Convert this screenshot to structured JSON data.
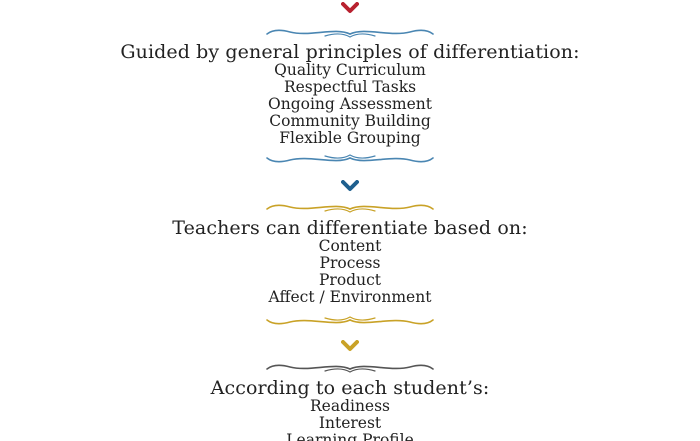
{
  "colors": {
    "red": "#b8212f",
    "blue": "#1e5f8e",
    "blue_flourish": "#4a86b2",
    "gold": "#c9a227",
    "gray": "#555555",
    "text": "#222222"
  },
  "sections": [
    {
      "heading": "Guided by general principles of differentiation:",
      "items": [
        "Quality Curriculum",
        "Respectful Tasks",
        "Ongoing Assessment",
        "Community Building",
        "Flexible Grouping"
      ]
    },
    {
      "heading": "Teachers can differentiate based on:",
      "items": [
        "Content",
        "Process",
        "Product",
        "Affect / Environment"
      ]
    },
    {
      "heading": "According to each student’s:",
      "items": [
        "Readiness",
        "Interest",
        "Learning Profile"
      ]
    }
  ],
  "icons": {
    "chevron": "chevron-down-icon",
    "flourish": "scroll-flourish-icon"
  }
}
